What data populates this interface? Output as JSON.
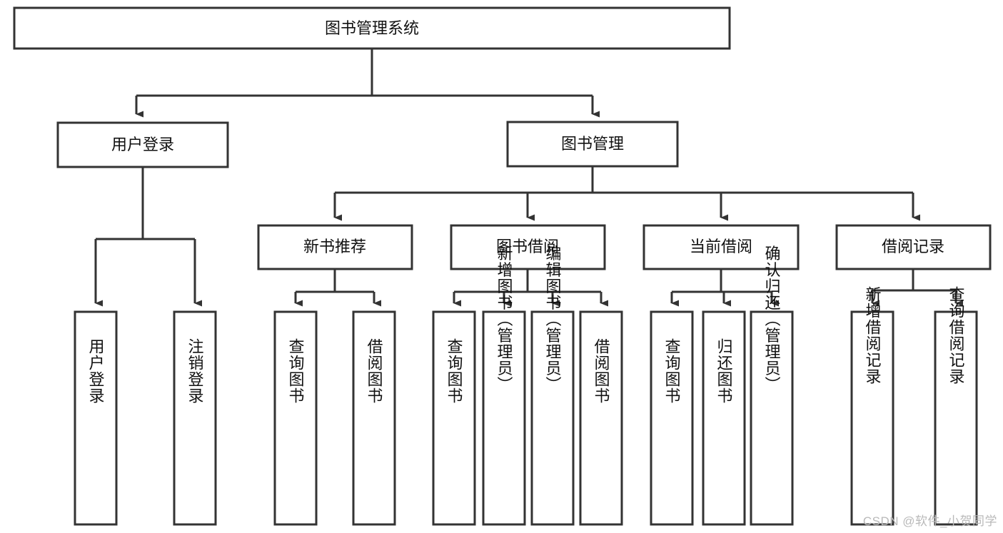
{
  "diagram": {
    "type": "tree",
    "title_node": {
      "label": "图书管理系统"
    },
    "nodes": {
      "root": "图书管理系统",
      "user_login": "用户登录",
      "book_manage": "图书管理",
      "new_book_rec": "新书推荐",
      "book_borrow": "图书借阅",
      "current_borrow": "当前借阅",
      "borrow_record": "借阅记录",
      "leaf_user_login": "用户登录",
      "leaf_logout": "注销登录",
      "leaf_query_book_1": "查询图书",
      "leaf_borrow_book_1": "借阅图书",
      "leaf_query_book_2": "查询图书",
      "leaf_add_book_admin": "新增图书（管理员）",
      "leaf_edit_book_admin": "编辑图书（管理员）",
      "leaf_borrow_book_2": "借阅图书",
      "leaf_query_book_3": "查询图书",
      "leaf_return_book": "归还图书",
      "leaf_confirm_return_admin": "确认归还（管理员）",
      "leaf_add_record": "新增借阅记录",
      "leaf_query_record": "查询借阅记录"
    },
    "colors": {
      "box_stroke": "#333333",
      "box_fill": "#ffffff",
      "connector": "#333333",
      "text": "#111111",
      "watermark": "#b9b9b9",
      "background": "#ffffff"
    }
  },
  "watermark": {
    "text": "CSDN @软件_小贺同学"
  }
}
